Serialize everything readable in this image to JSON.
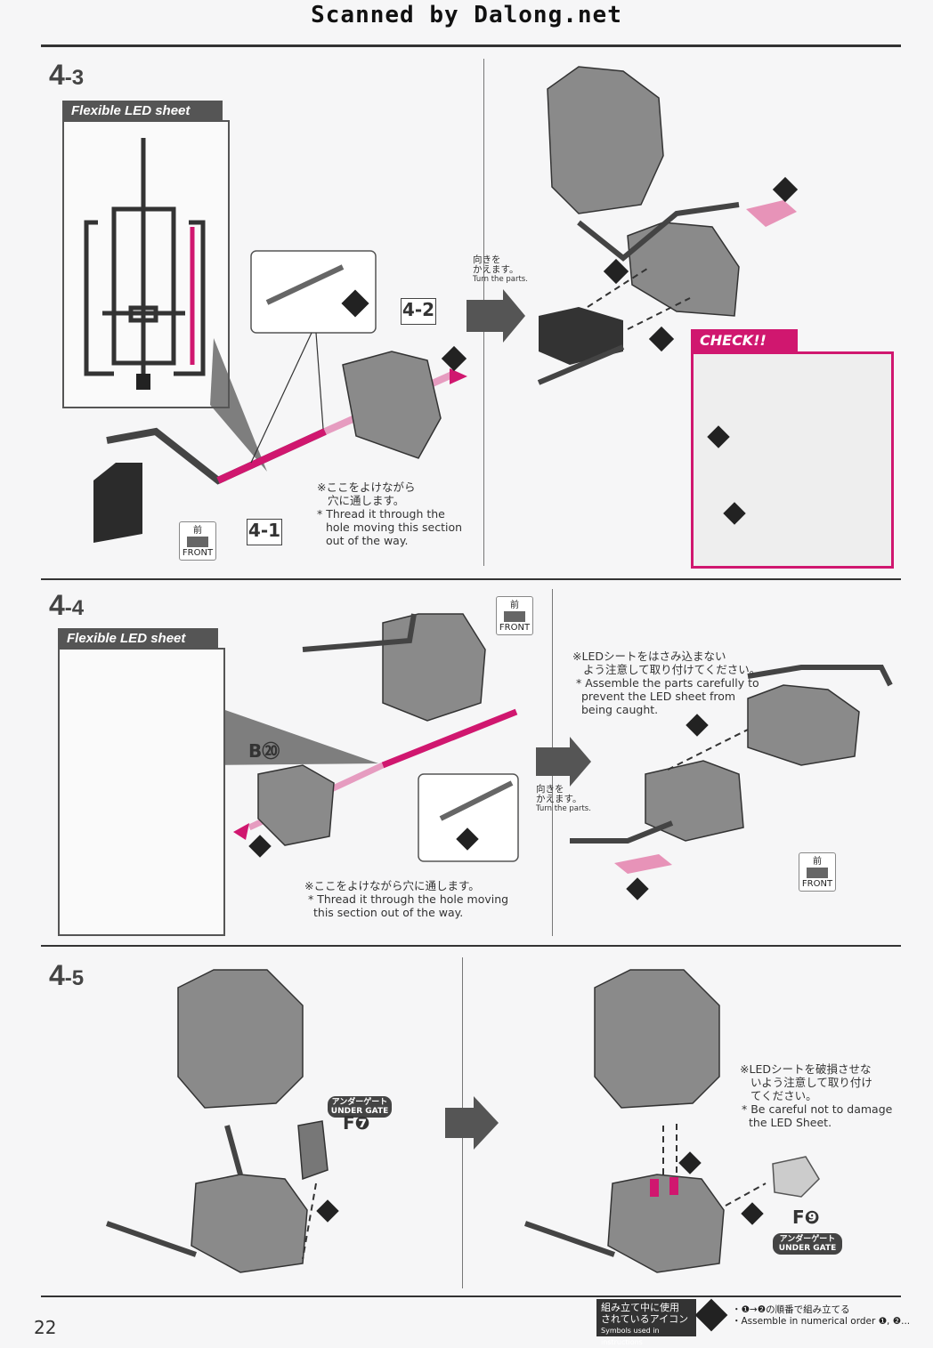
{
  "watermark": "Scanned by Dalong.net",
  "page_number": "22",
  "steps": {
    "s43": {
      "label_main": "4",
      "label_sub": "-3"
    },
    "s44": {
      "label_main": "4",
      "label_sub": "-4"
    },
    "s45": {
      "label_main": "4",
      "label_sub": "-5"
    }
  },
  "flex_label": "Flexible LED sheet",
  "turn_jp_1": "向きを",
  "turn_jp_2": "かえます。",
  "turn_en": "Turn the parts.",
  "front_jp": "前",
  "front_en": "FRONT",
  "tag_42": "4-2",
  "tag_41": "4-1",
  "note43_jp_1": "※ここをよけながら",
  "note43_jp_2": "穴に通します。",
  "note43_en_1": "* Thread it through the",
  "note43_en_2": "hole moving this section",
  "note43_en_3": "out of the way.",
  "check_label": "CHECK!!",
  "part_b20": "B⑳",
  "note44a_jp": "※ここをよけながら穴に通します。",
  "note44a_en_1": "* Thread it through the hole moving",
  "note44a_en_2": "this section out of the way.",
  "note44b_jp_1": "※LEDシートをはさみ込まない",
  "note44b_jp_2": "よう注意して取り付けてください。",
  "note44b_en_1": "* Assemble the parts carefully to",
  "note44b_en_2": "prevent the LED sheet from",
  "note44b_en_3": "being caught.",
  "under_gate_jp": "アンダーゲート",
  "under_gate_en": "UNDER GATE",
  "part_f7": "F❼",
  "part_f9": "F❾",
  "note45_jp_1": "※LEDシートを破損させな",
  "note45_jp_2": "いよう注意して取り付け",
  "note45_jp_3": "てください。",
  "note45_en_1": "* Be careful not to damage",
  "note45_en_2": "the LED Sheet.",
  "footer_jp_1": "組み立て中に使用",
  "footer_jp_2": "されているアイコン",
  "footer_en": "Symbols used in instructions",
  "footer_note_jp": "・❶→❷の順番で組み立てる",
  "footer_note_en": "・Assemble in numerical order ❶, ❷...",
  "colors": {
    "accent": "#d0176f",
    "dark": "#333333",
    "part_gray": "#8a8a8a"
  }
}
